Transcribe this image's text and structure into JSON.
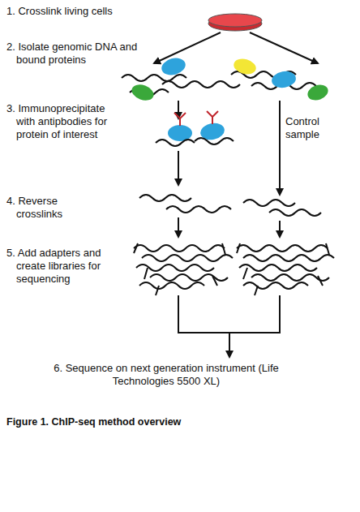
{
  "diagram": {
    "caption": "Figure 1. ChIP-seq method overview",
    "labels": [
      "1. Crosslink living cells",
      "2. Isolate genomic DNA and bound proteins",
      "3. Immunoprecipitate with antipbodies for protein of interest",
      "Control sample",
      "4. Reverse crosslinks",
      "5. Add adapters and create libraries for sequencing",
      "6. Sequence on next generation instrument (Life Technologies 5500 XL)"
    ]
  }
}
